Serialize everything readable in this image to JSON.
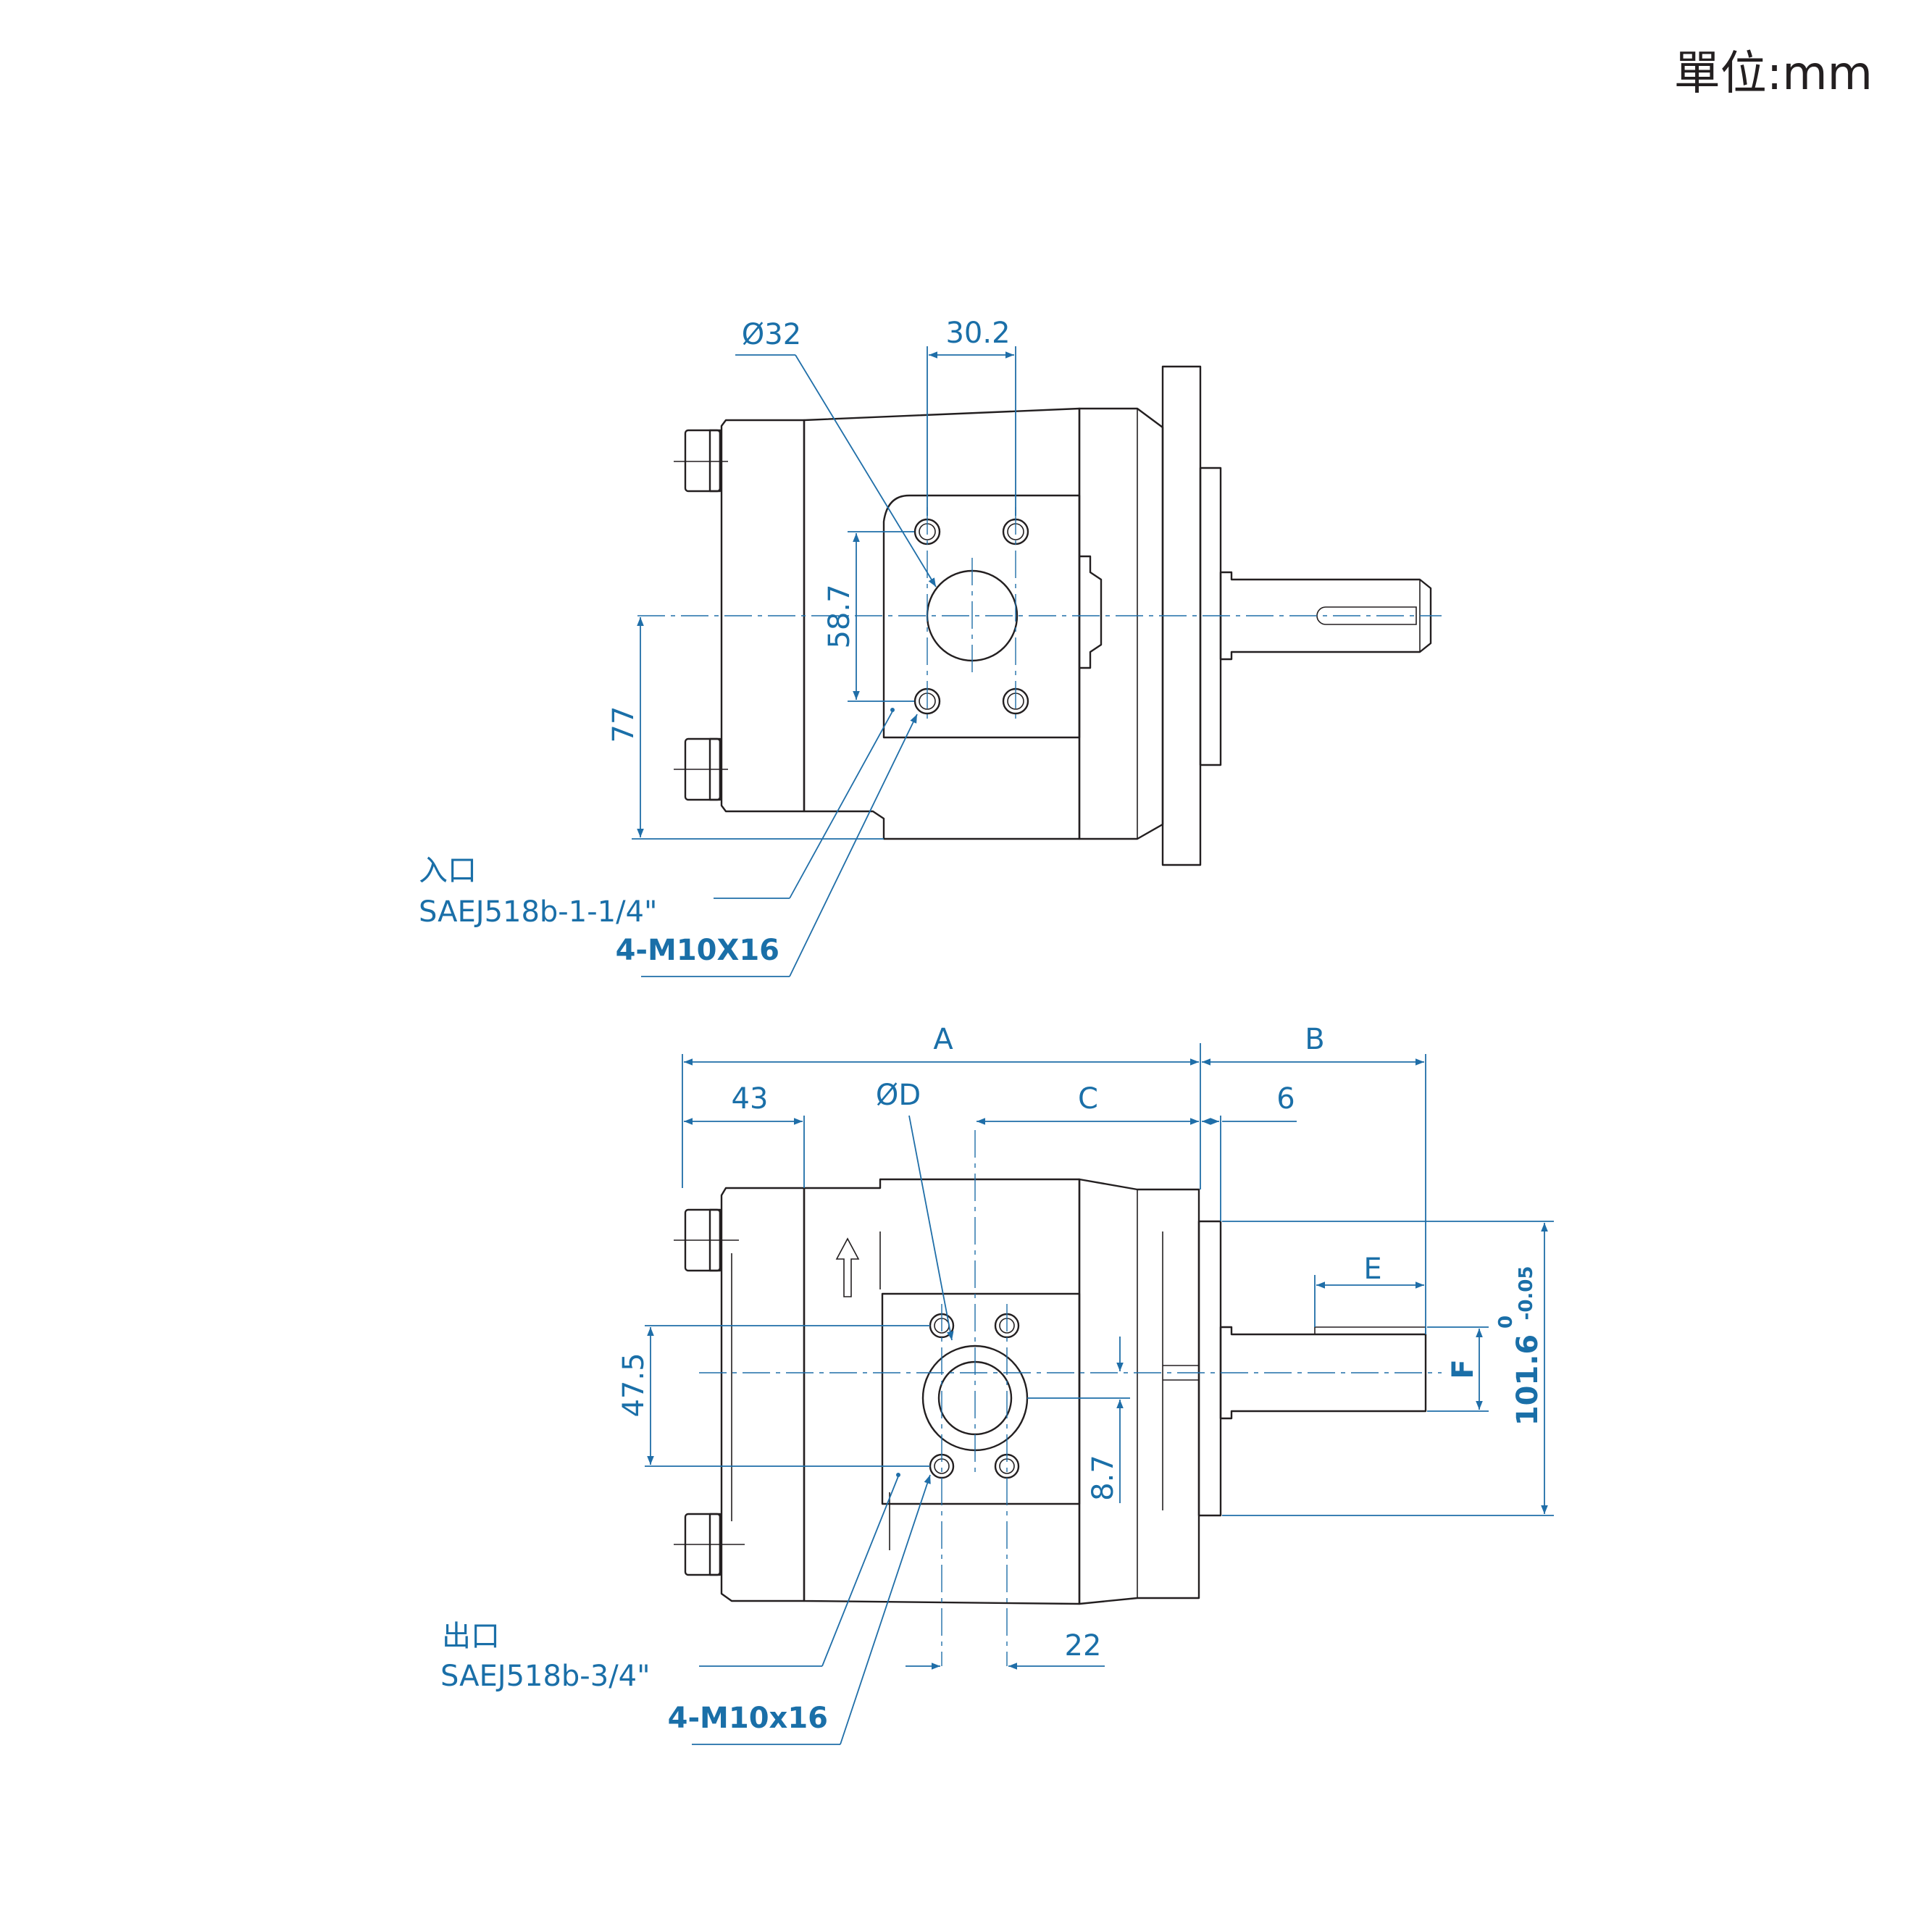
{
  "unit_label": "單位:mm",
  "top_view": {
    "port_diameter": "Ø32",
    "flange_spacing": "30.2",
    "bolt_spacing_vertical": "58.7",
    "center_height": "77",
    "port_name": "入口",
    "port_spec": "SAEJ518b-1-1/4\"",
    "bolt_spec": "4-M10X16"
  },
  "bottom_view": {
    "overall_length": "A",
    "shaft_length": "B",
    "rear_offset": "43",
    "port_diameter": "ØD",
    "port_to_flange": "C",
    "pilot_depth": "6",
    "key_length": "E",
    "key_height": "F",
    "bolt_spacing_vertical": "47.5",
    "port_offset": "8.7",
    "pilot_diameter": "101.6",
    "pilot_tol_upper": "0",
    "pilot_tol_lower": "-0.05",
    "bolt_spacing_horizontal": "22",
    "port_name": "出口",
    "port_spec": "SAEJ518b-3/4\"",
    "bolt_spec": "4-M10x16"
  }
}
